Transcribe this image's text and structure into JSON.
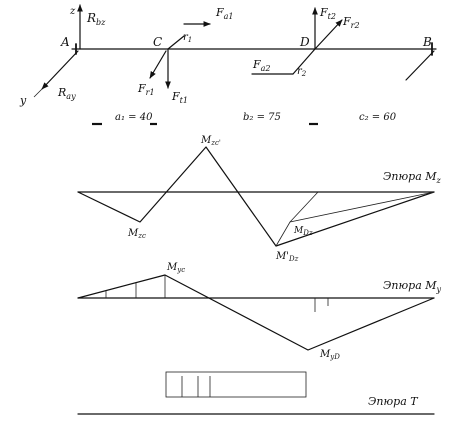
{
  "beam": {
    "supports": {
      "a": "A",
      "b": "B",
      "c": "C",
      "d": "D"
    },
    "forces": {
      "rbz": "R",
      "rbz_sub": "bz",
      "ray": "R",
      "ray_sub": "ay",
      "z_axis": "z",
      "y_axis": "y",
      "fa1": "F",
      "fa1_sub": "a1",
      "fr1": "F",
      "fr1_sub": "r1",
      "ft1": "F",
      "ft1_sub": "t1",
      "r1": "r",
      "r1_sub": "1",
      "ft2": "F",
      "ft2_sub": "t2",
      "fr2": "F",
      "fr2_sub": "r2",
      "fa2": "F",
      "fa2_sub": "a2",
      "r2": "r",
      "r2_sub": "2"
    },
    "dimensions": {
      "a1": "a₁ = 40",
      "b2": "b₂ = 75",
      "c2": "c₂ = 60"
    }
  },
  "diagrams": {
    "mz": {
      "title": "Эпюра M",
      "title_sub": "z",
      "peak_label": "M",
      "peak_sub": "zc'",
      "low_c_label": "M",
      "low_c_sub": "zc",
      "low_d_label": "M'",
      "low_d_sub": "Dz",
      "md_label": "M",
      "md_sub": "Dz"
    },
    "my": {
      "title": "Эпюра M",
      "title_sub": "y",
      "peak_label": "M",
      "peak_sub": "yc",
      "low_label": "M",
      "low_sub": "yD"
    },
    "t": {
      "title": "Эпюра T"
    }
  }
}
